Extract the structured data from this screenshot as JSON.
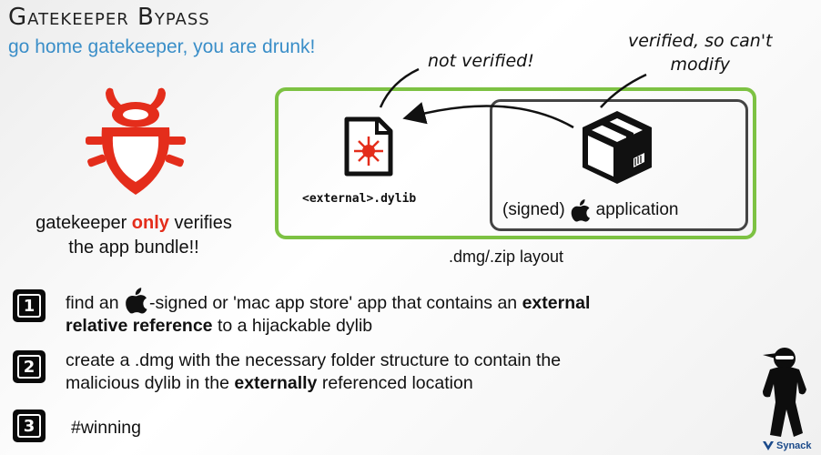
{
  "title": "Gatekeeper Bypass",
  "subtitle": "go home gatekeeper, you are drunk!",
  "left_panel": {
    "line1_pre": "gatekeeper ",
    "line1_em": "only",
    "line1_post": " verifies",
    "line2": "the app bundle!!"
  },
  "diagram": {
    "note_not_verified": "not verified!",
    "note_verified_1": "verified, so can't",
    "note_verified_2": "modify",
    "dylib_label": "<external>.dylib",
    "signed_label": "(signed)",
    "app_label": "application",
    "layout_caption": ".dmg/.zip layout"
  },
  "steps": [
    {
      "num": "1",
      "a": "find an ",
      "b": "-signed or 'mac app store' app that contains an ",
      "c": "external",
      "d": "relative reference",
      "e": " to a hijackable dylib"
    },
    {
      "num": "2",
      "a": "create a .dmg with the necessary folder structure to contain the",
      "b": "malicious dylib in the ",
      "c": "externally",
      "d": " referenced location"
    },
    {
      "num": "3",
      "a": "#winning"
    }
  ],
  "brand": {
    "name": "Synack"
  },
  "icons": {
    "bug": "bug-icon",
    "file": "dylib-file-icon",
    "box": "package-icon",
    "apple": "apple-logo-icon",
    "ninja": "ninja-mascot-icon"
  },
  "colors": {
    "accent_red": "#e42d1b",
    "subtitle_blue": "#3a8ec8",
    "green_border": "#7dc243",
    "gray_border": "#444444"
  }
}
